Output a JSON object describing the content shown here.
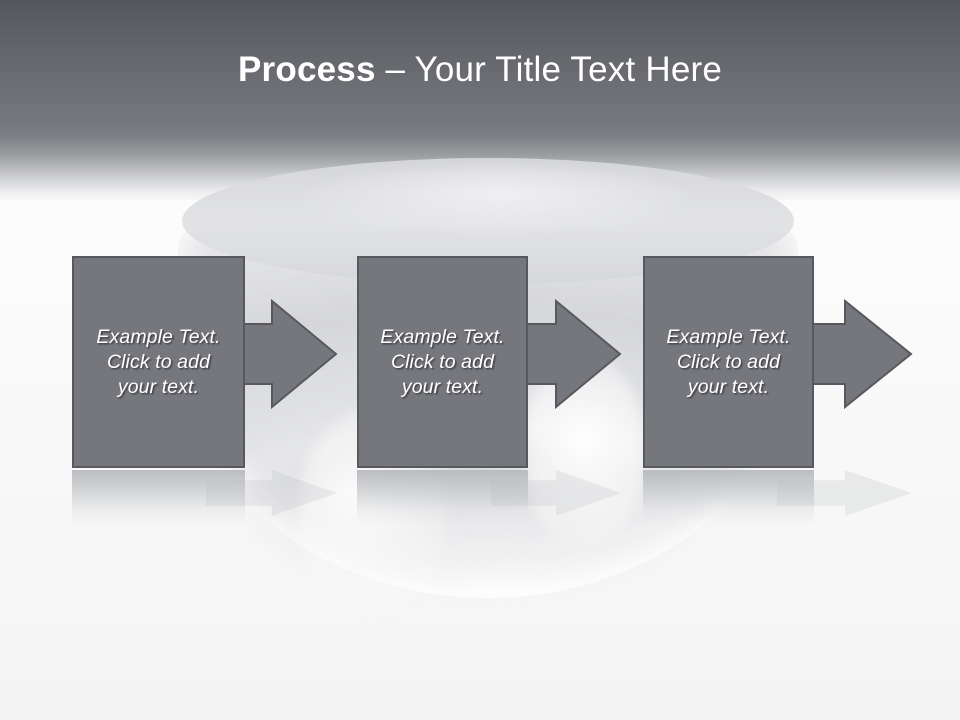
{
  "slide": {
    "title": {
      "emphasis": "Process",
      "separator": " – ",
      "rest": "Your Title Text Here",
      "full": "Process – Your Title Text Here"
    },
    "theme": {
      "header_top_color": "#55565b",
      "header_bottom_color": "#f7f7f8",
      "box_fill": "#76777c",
      "box_border": "#58595e",
      "arrow_fill": "#76777c",
      "arrow_border": "#58595e",
      "text_color": "#ffffff",
      "background": "#f8f8f8",
      "dome_color": "#d9dadc"
    },
    "steps": [
      {
        "id": "step-1",
        "text": "Example Text.\nClick  to add\nyour text.",
        "arrow_label": "arrow-right-1"
      },
      {
        "id": "step-2",
        "text": "Example Text.\nClick  to add\nyour text.",
        "arrow_label": "arrow-right-2"
      },
      {
        "id": "step-3",
        "text": "Example Text.\nClick  to add\nyour text.",
        "arrow_label": "arrow-right-3"
      }
    ],
    "decor": {
      "dome_name": "background-dome-shape"
    }
  }
}
